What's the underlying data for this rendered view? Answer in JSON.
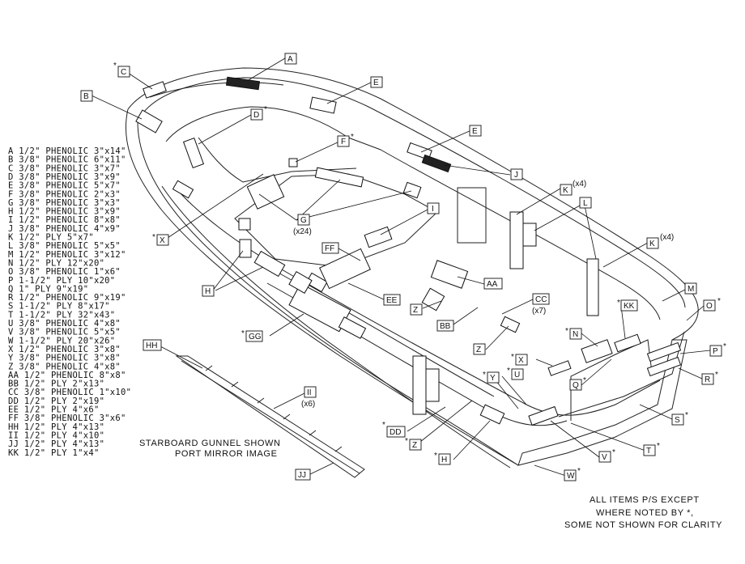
{
  "legend": [
    "A 1/2\" PHENOLIC 3\"x14\"",
    "B 3/8\" PHENOLIC 6\"x11\"",
    "C 3/8\" PHENOLIC 3\"x7\"",
    "D 3/8\" PHENOLIC 3\"x9\"",
    "E 3/8\" PHENOLIC 5\"x7\"",
    "F 3/8\" PHENOLIC 2\"x3\"",
    "G 3/8\" PHENOLIC 3\"x3\"",
    "H 1/2\" PHENOLIC 3\"x9\"",
    "I  1/2\" PHENOLIC 8\"x8\"",
    "J 3/8\" PHENOLIC 4\"x9\"",
    "K 1/2\" PLY 5\"x7\"",
    "L 3/8\" PHENOLIC 5\"x5\"",
    "M 1/2\" PHENOLIC 3\"x12\"",
    "N 1/2\" PLY 12\"x20\"",
    "O 3/8\" PHENOLIC 1\"x6\"",
    "P 1-1/2\" PLY 10\"x20\"",
    "Q 1\" PLY 9\"x19\"",
    "R 1/2\" PHENOLIC 9\"x19\"",
    "S 1-1/2\" PLY 8\"x17\"",
    "T 1-1/2\" PLY 32\"x43\"",
    "U 3/8\" PHENOLIC 4\"x8\"",
    "V 3/8\" PHENOLIC 5\"x5\"",
    "W 1-1/2\" PLY 20\"x26\"",
    "X 1/2\" PHENOLIC 3\"x8\"",
    "Y 3/8\" PHENOLIC 3\"x8\"",
    "Z 3/8\" PHENOLIC 4\"x8\"",
    "AA 1/2\" PHENOLIC 8\"x8\"",
    "BB 1/2\" PLY 2\"x13\"",
    "CC 3/8\" PHENOLIC 1\"x10\"",
    "DD 1/2\" PLY 2\"x19\"",
    "EE 1/2\" PLY 4\"x6\"",
    "FF 3/8\" PHENOLIC 3\"x6\"",
    "HH 1/2\" PLY 4\"x13\"",
    "II  1/2\" PLY 4\"x10\"",
    "JJ  1/2\" PLY 4\"x13\"",
    "KK 1/2\" PLY 1\"x4\""
  ],
  "callouts": {
    "A": "A",
    "B": "B",
    "C": "C",
    "D": "D",
    "E1": "E",
    "E2": "E",
    "F": "F",
    "G": "G",
    "G_qty": "(x24)",
    "H1": "H",
    "H2": "H",
    "I": "I",
    "J": "J",
    "K1": "K",
    "K1_qty": "(x4)",
    "K2": "K",
    "K2_qty": "(x4)",
    "L": "L",
    "M": "M",
    "N": "N",
    "O": "O",
    "P": "P",
    "Q": "Q",
    "R": "R",
    "S": "S",
    "T": "T",
    "U": "U",
    "V": "V",
    "W": "W",
    "X1": "X",
    "X2": "X",
    "Y": "Y",
    "Z1": "Z",
    "Z2": "Z",
    "Z3": "Z",
    "AA": "AA",
    "BB": "BB",
    "CC": "CC",
    "CC_qty": "(x7)",
    "DD": "DD",
    "EE": "EE",
    "FF": "FF",
    "GG": "GG",
    "HH": "HH",
    "II": "II",
    "II_qty": "(x6)",
    "JJ": "JJ",
    "KK": "KK"
  },
  "asterisk": "*",
  "gunnel_note": [
    "STARBOARD GUNNEL SHOWN",
    "PORT MIRROR IMAGE"
  ],
  "footer_note": [
    "ALL ITEMS P/S EXCEPT",
    "WHERE NOTED BY *,",
    "SOME NOT SHOWN FOR CLARITY"
  ]
}
